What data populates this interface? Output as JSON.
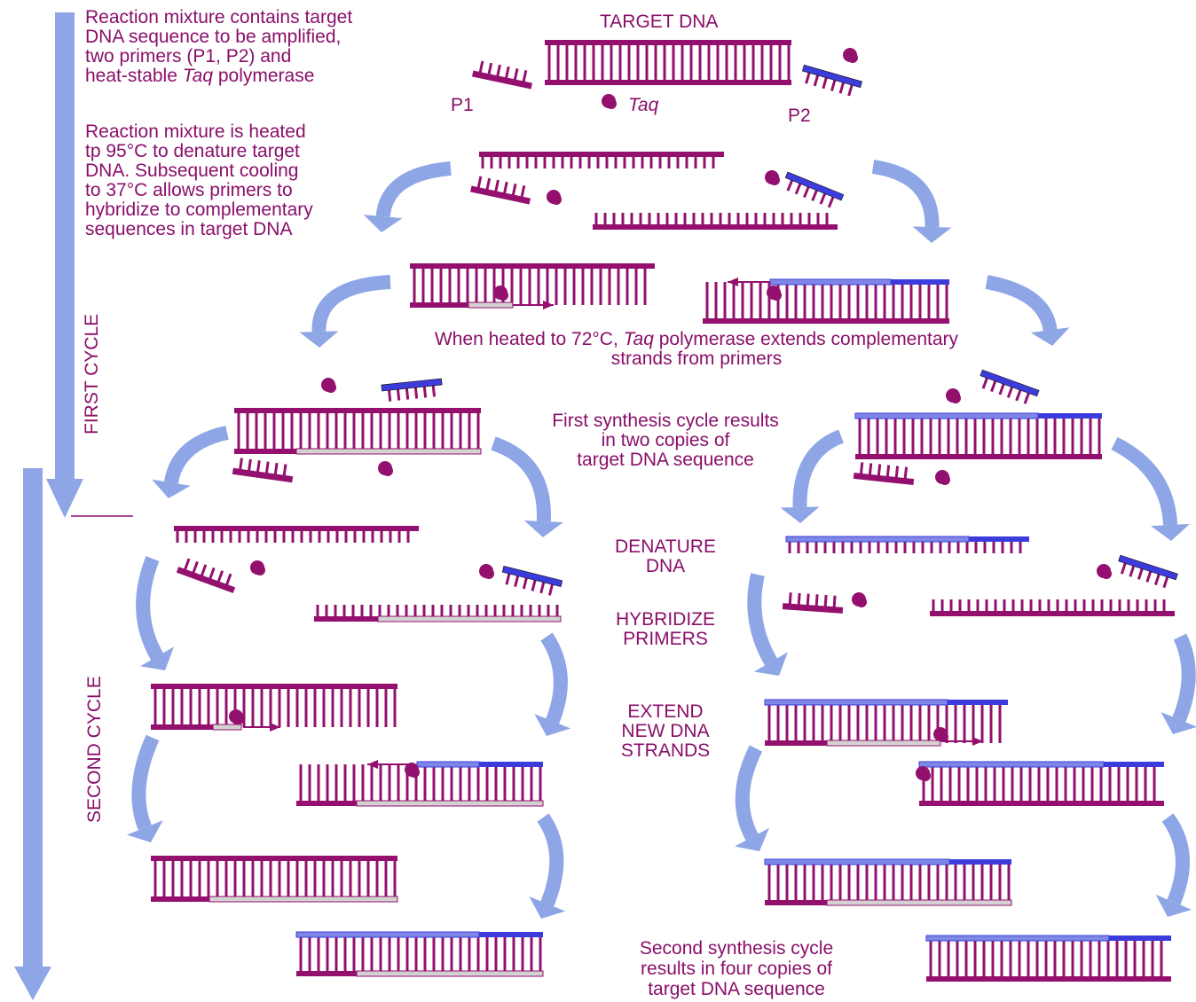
{
  "colors": {
    "strand": "#93106e",
    "new_strand": "#d2d2d2",
    "primer2": "#3c3cdc",
    "primer2_light": "#7f87e6",
    "arrow": "#8ea6e6",
    "text": "#8a0f6a"
  },
  "labels": {
    "intro": [
      "Reaction mixture contains target",
      "DNA sequence to be amplified,",
      "two primers (P1, P2) and",
      "heat-stable Taq polymerase"
    ],
    "heat": [
      "Reaction mixture is heated",
      "tp 95°C to denature target",
      "DNA.  Subsequent cooling",
      "to 37°C allows primers to",
      "hybridize to complementary",
      "sequences in target DNA"
    ],
    "target": "TARGET DNA",
    "p1": "P1",
    "p2": "P2",
    "taq": "Taq",
    "extend": [
      "When heated to 72°C, Taq polymerase extends complementary",
      "strands from primers"
    ],
    "first_result": [
      "First synthesis cycle results",
      "in two copies of",
      "target DNA sequence"
    ],
    "denature": [
      "DENATURE",
      "DNA"
    ],
    "hybridize": [
      "HYBRIDIZE",
      "PRIMERS"
    ],
    "extend_new": [
      "EXTEND",
      "NEW DNA",
      "STRANDS"
    ],
    "second_result": [
      "Second synthesis cycle",
      "results in four copies of",
      "target DNA sequence"
    ],
    "first_cycle": "FIRST CYCLE",
    "second_cycle": "SECOND CYCLE"
  }
}
